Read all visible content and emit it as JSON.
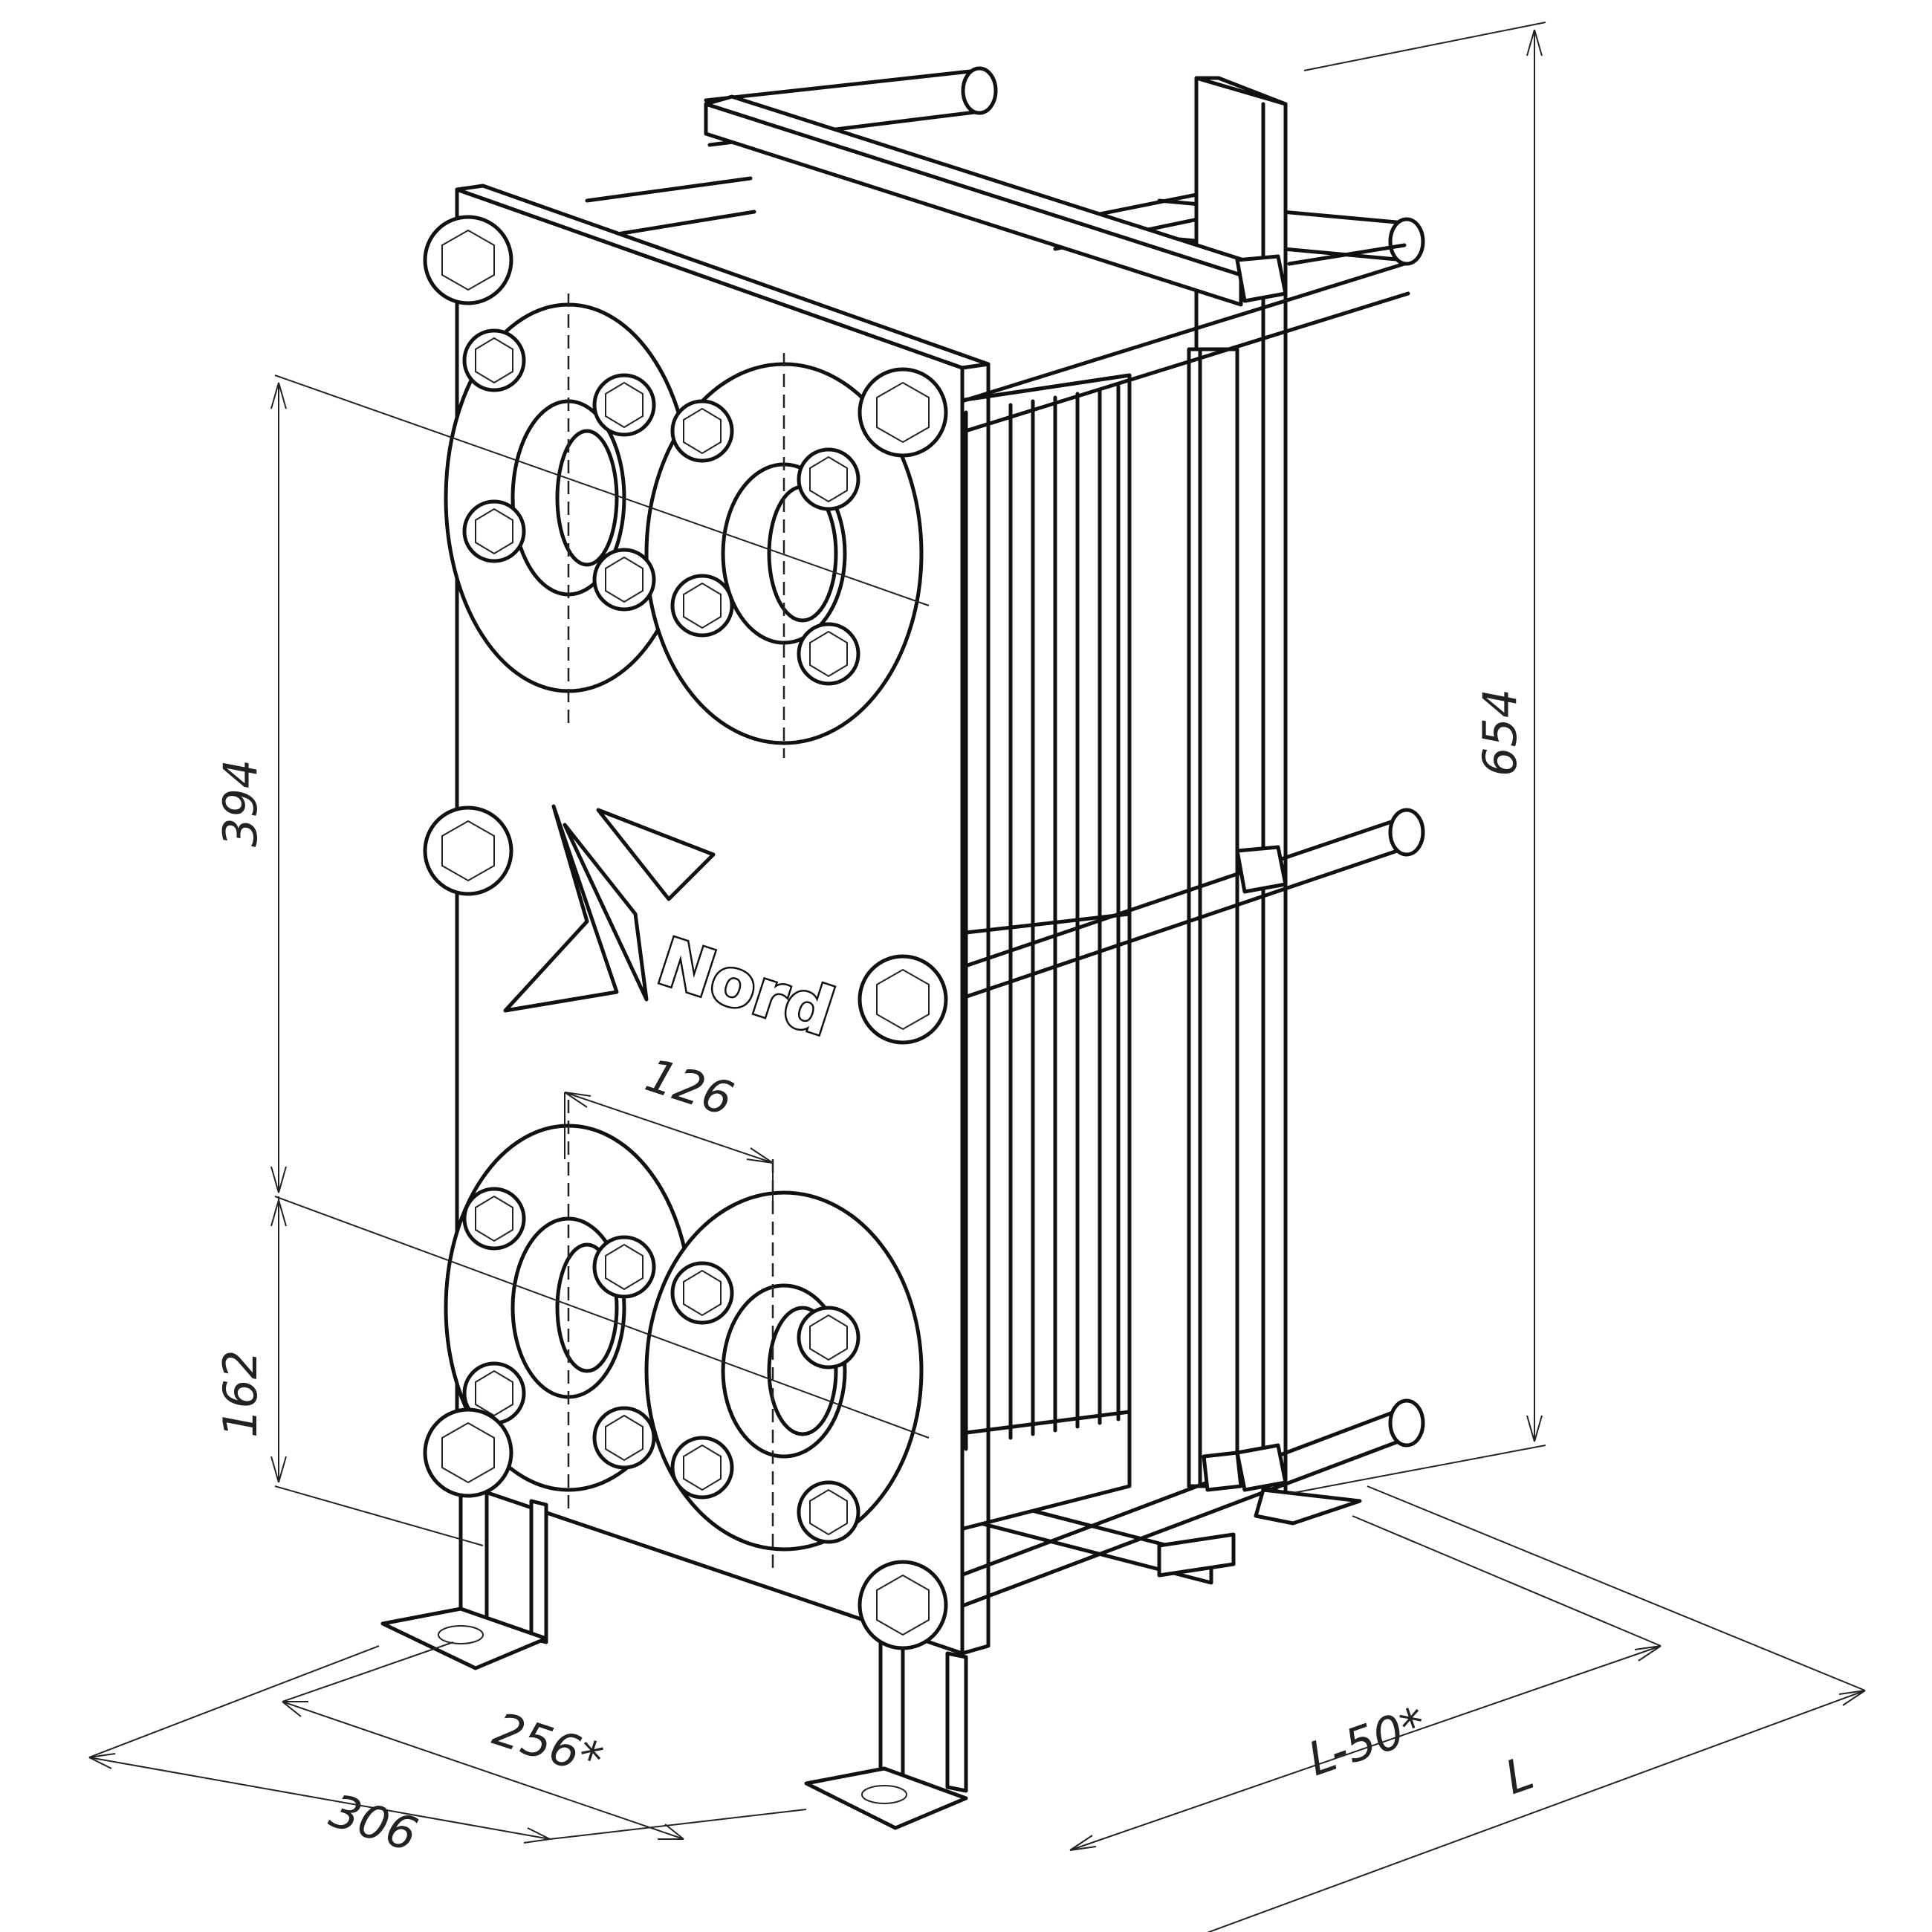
{
  "brand": {
    "logo_text": "Nord"
  },
  "dimensions": {
    "overall_height": "654",
    "port_vertical_spacing": "394",
    "lower_port_height": "162",
    "port_horizontal_spacing": "126",
    "frame_width": "306",
    "foot_spacing": "256*",
    "length_inner": "L-50*",
    "length_overall": "L"
  }
}
